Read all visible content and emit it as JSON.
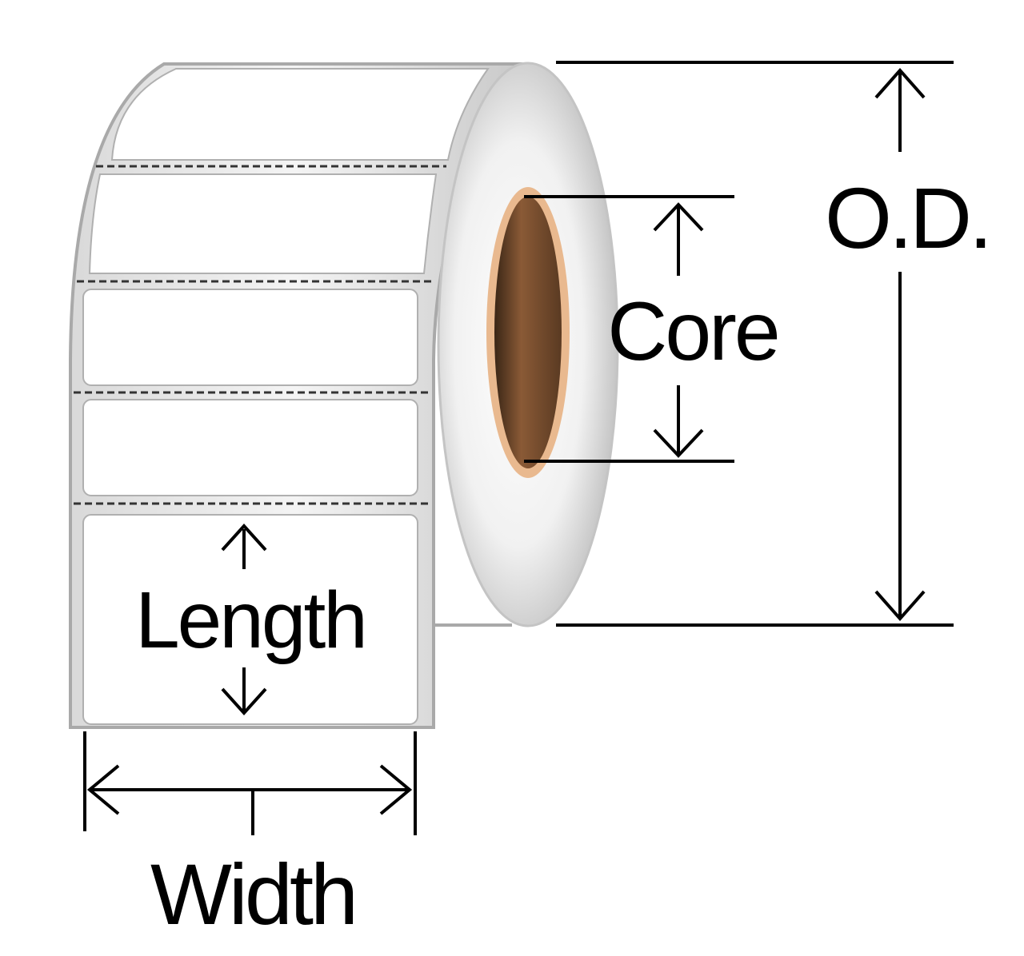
{
  "diagram": {
    "labels": {
      "od": "O.D.",
      "core": "Core",
      "length": "Length",
      "width": "Width"
    },
    "colors": {
      "background": "#ffffff",
      "line": "#000000",
      "label_fill": "#ffffff",
      "label_edge": "#a9a9a9",
      "roll_side": "#e6e6e6",
      "roll_side_shadow": "#b8b8b8",
      "core_outer": "#e9b98f",
      "core_inner": "#8a5a36",
      "core_shadow": "#3a2616",
      "perforation": "#333333"
    }
  }
}
